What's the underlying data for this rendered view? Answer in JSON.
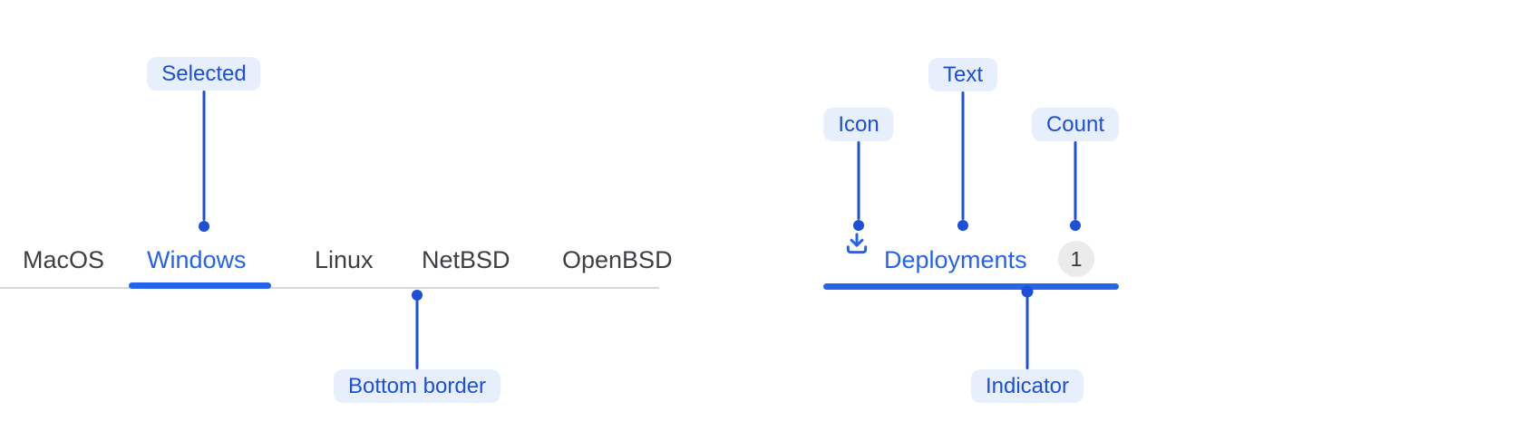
{
  "colors": {
    "callout_blue": "#1d4fd8",
    "label_pill_bg": "#e8effc",
    "tab_active_blue": "#2563eb",
    "tab_inactive_text": "#3c3f44",
    "divider_gray": "#d8d8d8",
    "count_badge_bg": "#ebebec"
  },
  "annotations": {
    "selected": "Selected",
    "bottom_border": "Bottom border",
    "icon": "Icon",
    "text": "Text",
    "count": "Count",
    "indicator": "Indicator"
  },
  "tabs_example": {
    "tabs": [
      {
        "label": "MacOS"
      },
      {
        "label": "Windows"
      },
      {
        "label": "Linux"
      },
      {
        "label": "NetBSD"
      },
      {
        "label": "OpenBSD"
      }
    ],
    "selected_tab": "Windows"
  },
  "anatomy_example": {
    "icon": "download-icon",
    "tab_label": "Deployments",
    "count": "1"
  }
}
